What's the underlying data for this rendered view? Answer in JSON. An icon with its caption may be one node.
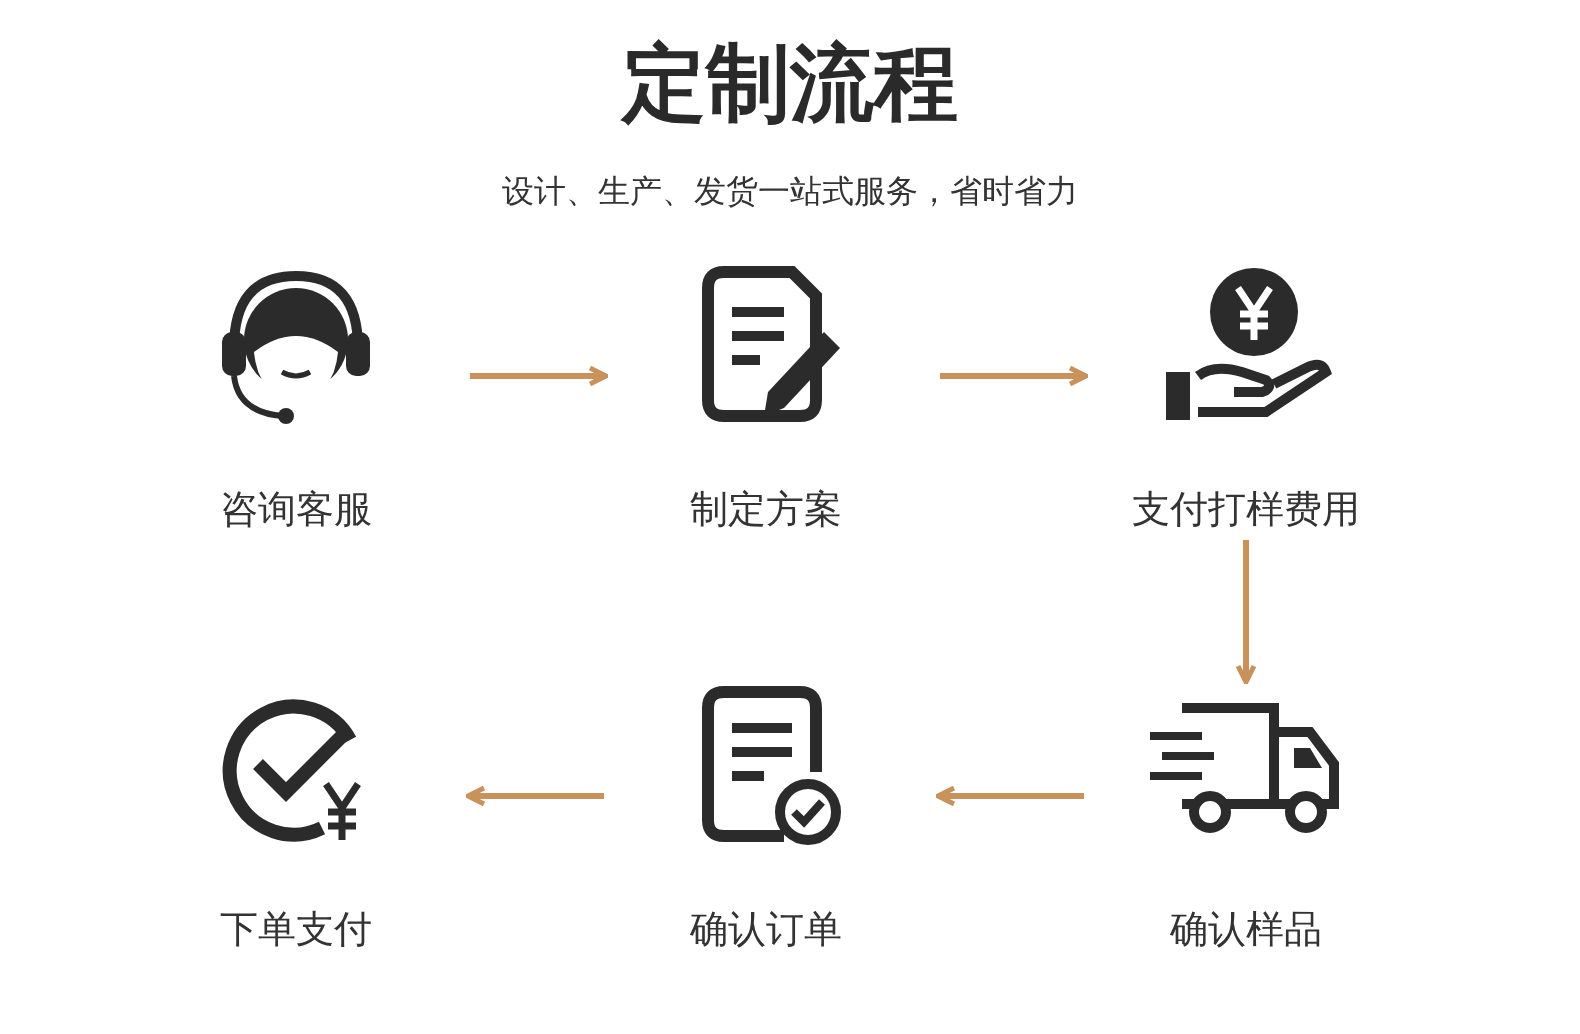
{
  "diagram": {
    "title": "定制流程",
    "caption": "设计、生产、发货一站式服务，省时省力",
    "nodes": [
      {
        "text": [
          "咨询客服"
        ]
      },
      {
        "text": [
          "制定方案"
        ]
      },
      {
        "text": [
          "支付打样费用"
        ]
      },
      {
        "text": [
          "确认样品"
        ]
      },
      {
        "text": [
          "确认订单"
        ]
      },
      {
        "text": [
          "下单支付"
        ]
      }
    ],
    "edges": [
      {
        "from": 0,
        "to": 1,
        "arrow": "to"
      },
      {
        "from": 1,
        "to": 2,
        "arrow": "to"
      },
      {
        "from": 2,
        "to": 3,
        "arrow": "to"
      },
      {
        "from": 3,
        "to": 4,
        "arrow": "to"
      },
      {
        "from": 4,
        "to": 5,
        "arrow": "to"
      }
    ]
  }
}
